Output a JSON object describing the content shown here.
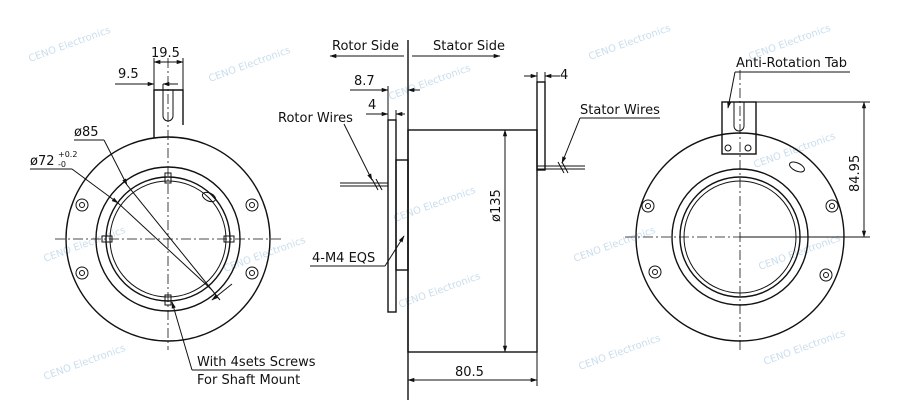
{
  "watermark": "CENO Electronics",
  "labels": {
    "rotor_side": "Rotor Side",
    "stator_side": "Stator Side",
    "rotor_wires": "Rotor Wires",
    "stator_wires": "Stator Wires",
    "anti_rotation_tab": "Anti-Rotation Tab",
    "m4": "4-M4 EQS",
    "screws_line1": "With 4sets Screws",
    "screws_line2": "For Shaft Mount"
  },
  "dimensions": {
    "d_19_5": "19.5",
    "d_9_5": "9.5",
    "d_85": "ø85",
    "d_72_base": "ø72",
    "d_72_tol_plus": "+0.2",
    "d_72_tol_minus": "-0",
    "d_8_7": "8.7",
    "d_4_left": "4",
    "d_4_right": "4",
    "d_135": "ø135",
    "d_80_5": "80.5",
    "d_84_95": "84.95"
  },
  "colors": {
    "line": "#111111",
    "watermark": "#9fc3de",
    "background": "#ffffff"
  }
}
